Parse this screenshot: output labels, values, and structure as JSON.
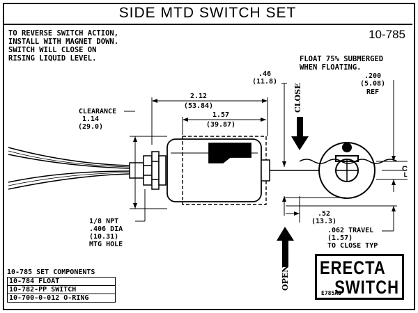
{
  "title": "SIDE MTD SWITCH SET",
  "part_number": "10-785",
  "note": "TO REVERSE SWITCH ACTION,\nINSTALL WITH MAGNET DOWN.\nSWITCH WILL CLOSE ON\nRISING LIQUID LEVEL.",
  "float_note": "FLOAT 75% SUBMERGED\nWHEN FLOATING.",
  "labels": {
    "close": "CLOSE",
    "open": "OPEN",
    "clearance": "CLEARANCE",
    "clearance_in": "1.14",
    "clearance_mm": "(29.0)",
    "dim_212": "2.12",
    "dim_212_mm": "(53.84)",
    "dim_157": "1.57",
    "dim_157_mm": "(39.87)",
    "dim_046": ".46",
    "dim_046_mm": "(11.8)",
    "dim_200": ".200",
    "dim_200_mm": "(5.08)",
    "ref": "REF",
    "dim_052": ".52",
    "dim_052_mm": "(13.3)",
    "travel": ".062 TRAVEL",
    "travel_mm": "(1.57)",
    "travel_note": "TO CLOSE TYP",
    "npt": "1/8 NPT",
    "dia": ".406 DIA",
    "dia_mm": "(10.31)",
    "mtg_hole": "MTG HOLE",
    "centerline": "C",
    "centerline_sub": "L"
  },
  "components": {
    "heading": "10-785 SET COMPONENTS",
    "items": [
      "10-784 FLOAT",
      "10-782-PP SWITCH",
      "10-700-0-012 O-RING"
    ]
  },
  "logo": {
    "top": "ERECTA",
    "bottom": "SWITCH",
    "code": "E785AS"
  }
}
